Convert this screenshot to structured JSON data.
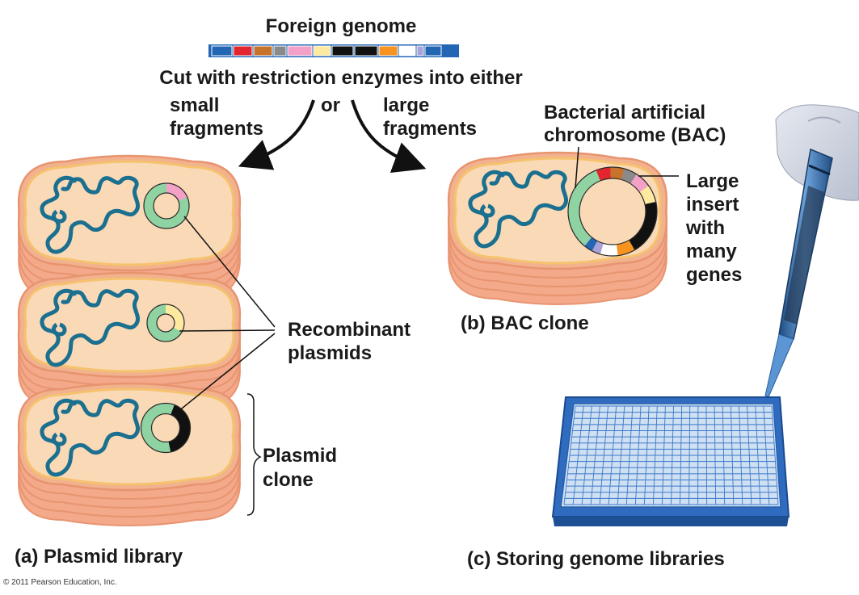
{
  "title": "Foreign genome",
  "subtitle": "Cut with restriction enzymes into either",
  "branch_left": [
    "small",
    "fragments"
  ],
  "branch_or": "or",
  "branch_right": [
    "large",
    "fragments"
  ],
  "bac_label": [
    "Bacterial artificial",
    "chromosome (BAC)"
  ],
  "insert_label": [
    "Large",
    "insert",
    "with",
    "many",
    "genes"
  ],
  "recombinant_label": [
    "Recombinant",
    "plasmids"
  ],
  "clone_label": [
    "Plasmid",
    "clone"
  ],
  "caption_a": "(a) Plasmid library",
  "caption_b": "(b) BAC clone",
  "caption_c": "(c) Storing genome libraries",
  "copyright": "© 2011 Pearson Education, Inc.",
  "colors": {
    "cell_fill": "#fad9b6",
    "cell_outline": "#e89470",
    "dna": "#1b6f8f",
    "vector_green": "#8fd3a3",
    "plate_blue": "#3a78c9",
    "genome_segments": [
      "#2366b3",
      "#e3262d",
      "#c8732c",
      "#8a8a8a",
      "#f4a1c8",
      "#fde9a0",
      "#111111",
      "#111111",
      "#f7931e",
      "#ffffff",
      "#a9a2d8",
      "#2366b3"
    ]
  }
}
